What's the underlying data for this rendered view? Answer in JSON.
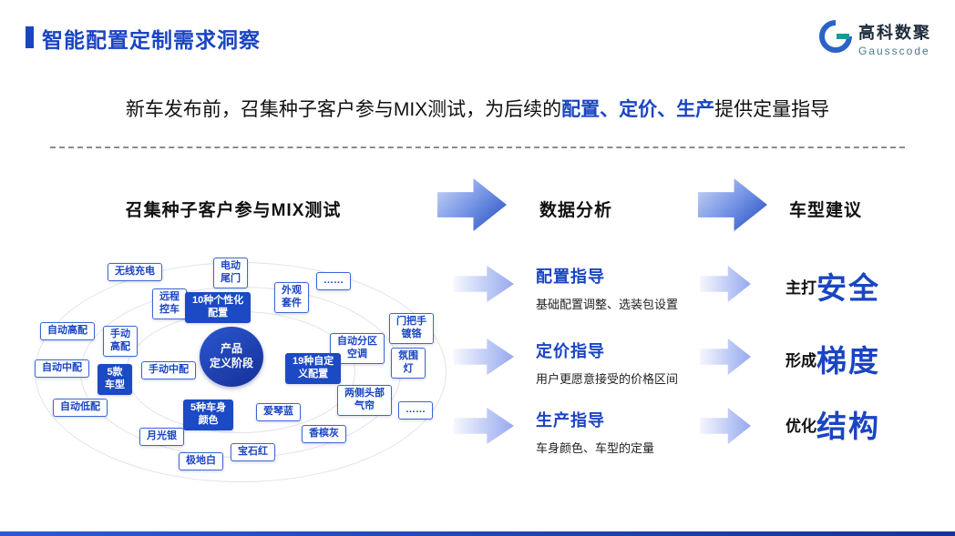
{
  "page": {
    "title": "智能配置定制需求洞察",
    "subtitle_prefix": "新车发布前，召集种子客户参与MIX测试，为后续的",
    "subtitle_highlight": "配置、定价、生产",
    "subtitle_suffix": "提供定量指导"
  },
  "logo": {
    "name": "高科数聚",
    "sub": "Gausscode"
  },
  "headings": {
    "left": "召集种子客户参与MIX测试",
    "middle": "数据分析",
    "right": "车型建议"
  },
  "diagram": {
    "center": "产品\n定义阶段",
    "nodes": [
      {
        "label": "无线充电",
        "type": "outline"
      },
      {
        "label": "电动\n尾门",
        "type": "outline"
      },
      {
        "label": "远程\n控车",
        "type": "outline"
      },
      {
        "label": "10种个性化\n配置",
        "type": "solid"
      },
      {
        "label": "外观\n套件",
        "type": "outline"
      },
      {
        "label": "……",
        "type": "outline"
      },
      {
        "label": "门把手\n镀铬",
        "type": "outline"
      },
      {
        "label": "自动高配",
        "type": "outline"
      },
      {
        "label": "手动\n高配",
        "type": "outline"
      },
      {
        "label": "自动中配",
        "type": "outline"
      },
      {
        "label": "手动中配",
        "type": "outline"
      },
      {
        "label": "5款\n车型",
        "type": "solid"
      },
      {
        "label": "自动低配",
        "type": "outline"
      },
      {
        "label": "自动分区\n空调",
        "type": "outline"
      },
      {
        "label": "19种自定\n义配置",
        "type": "solid"
      },
      {
        "label": "氛围\n灯",
        "type": "outline"
      },
      {
        "label": "两侧头部\n气帘",
        "type": "outline"
      },
      {
        "label": "……",
        "type": "outline"
      },
      {
        "label": "5种车身\n颜色",
        "type": "solid"
      },
      {
        "label": "爱琴蓝",
        "type": "outline"
      },
      {
        "label": "月光银",
        "type": "outline"
      },
      {
        "label": "极地白",
        "type": "outline"
      },
      {
        "label": "宝石红",
        "type": "outline"
      },
      {
        "label": "香槟灰",
        "type": "outline"
      }
    ]
  },
  "analysis": {
    "items": [
      {
        "title": "配置指导",
        "desc": "基础配置调整、选装包设置"
      },
      {
        "title": "定价指导",
        "desc": "用户更愿意接受的价格区间"
      },
      {
        "title": "生产指导",
        "desc": "车身颜色、车型的定量"
      }
    ]
  },
  "suggestions": {
    "items": [
      {
        "prefix": "主打",
        "keyword": "安全"
      },
      {
        "prefix": "形成",
        "keyword": "梯度"
      },
      {
        "prefix": "优化",
        "keyword": "结构"
      }
    ]
  },
  "colors": {
    "accent_blue": "#1a45c2",
    "solid_node_blue": "#1c49c4",
    "logo_teal": "#1a9a96"
  }
}
